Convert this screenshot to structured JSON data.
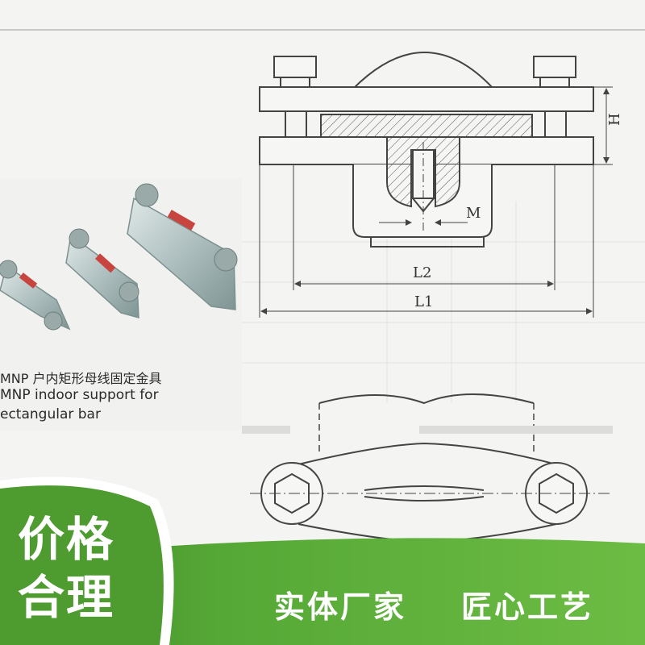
{
  "product_caption": {
    "cn": "MNP 户内矩形母线固定金具",
    "en_line1": "MNP indoor support for",
    "en_line2": "ectangular bar"
  },
  "dimensions": {
    "h": "H",
    "m": "M",
    "l1": "L1",
    "l2": "L2"
  },
  "badge": {
    "line1": "价格",
    "line2": "合理"
  },
  "slogans": [
    "实体厂家",
    "匠心工艺"
  ],
  "colors": {
    "banner_green": "#5cae3a",
    "banner_dark": "#3d8a28",
    "badge_green": "#4e9c30",
    "badge_ring": "#ffffff",
    "product_metal": "#b9c8c7",
    "product_tag": "#c8453f"
  }
}
